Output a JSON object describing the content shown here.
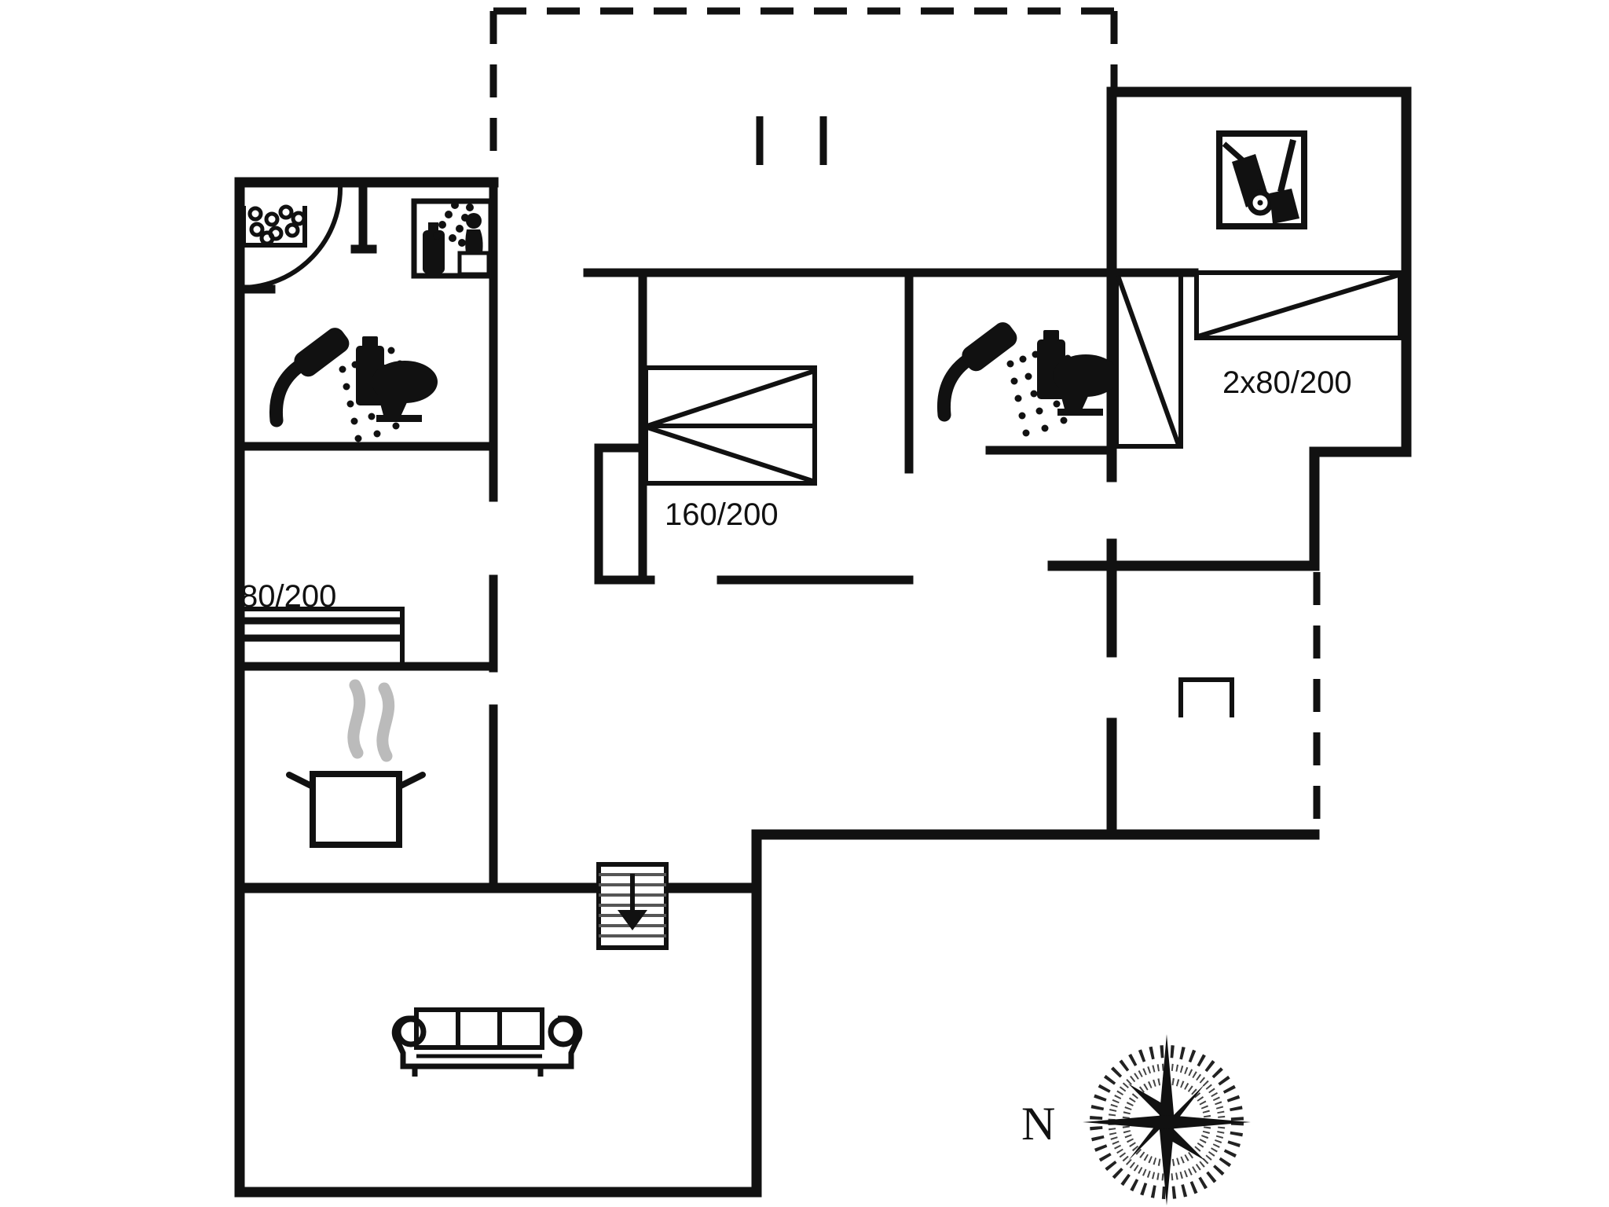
{
  "title": "Holiday house floor plan",
  "labels": {
    "bed_single": "80/200",
    "bed_double": "160/200",
    "bed_twin": "2x80/200",
    "compass_north": "N"
  },
  "icons": [
    "sauna-stones-icon",
    "sauna-person-icon",
    "shower-icon",
    "toilet-icon",
    "cooking-pot-icon",
    "stairs-down-icon",
    "sofa-icon",
    "bed-icon",
    "wardrobe-icon",
    "cleaning-equipment-icon",
    "stove-niche-icon",
    "compass-rose-icon"
  ],
  "colors": {
    "walls": "#111111",
    "background": "#ffffff",
    "steam": "#bbbbbb"
  }
}
